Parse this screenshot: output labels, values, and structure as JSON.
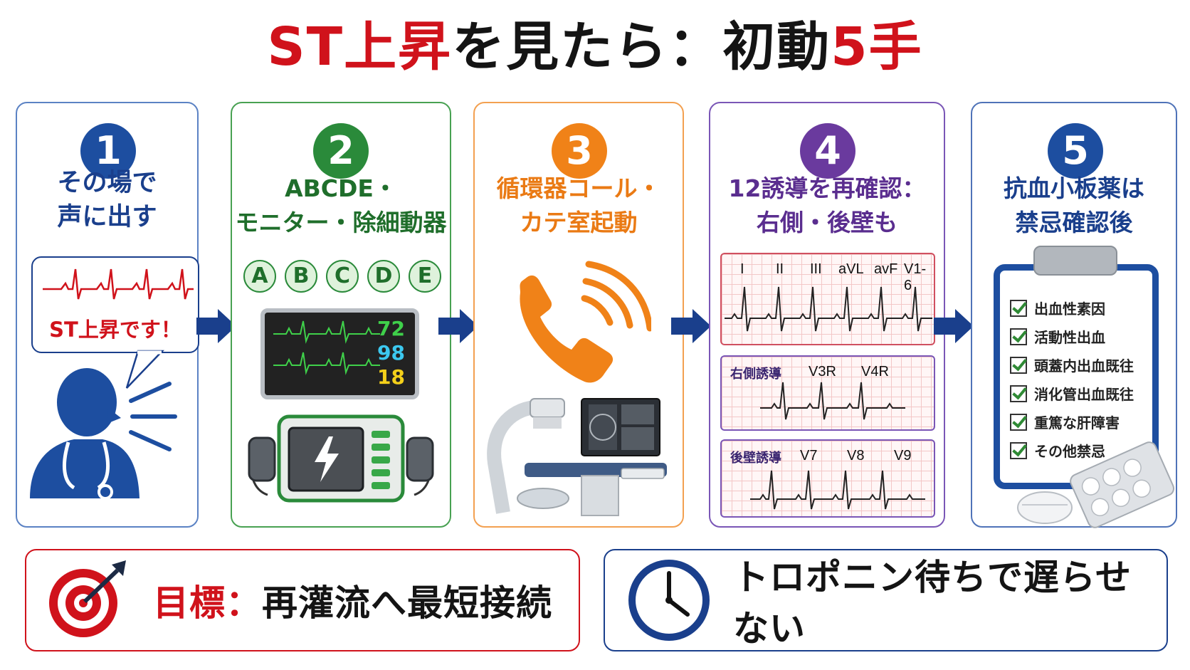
{
  "title": {
    "part1": "ST上昇",
    "part2": "を見たら：初動",
    "part3": "5手"
  },
  "colors": {
    "red": "#d0121b",
    "blue": "#1a3f8c",
    "green": "#2a8a3a",
    "orange": "#f08218",
    "purple": "#6a3a9e",
    "navy": "#1d4ea0"
  },
  "steps": [
    {
      "number": "1",
      "line1": "その場で",
      "line2": "声に出す",
      "bubble": "ST上昇です！"
    },
    {
      "number": "2",
      "line1": "ABCDE・",
      "line2": "モニター・除細動器",
      "letters": [
        "A",
        "B",
        "C",
        "D",
        "E"
      ],
      "vitals": [
        "72",
        "98",
        "18"
      ]
    },
    {
      "number": "3",
      "line1": "循環器コール・",
      "line2": "カテ室起動"
    },
    {
      "number": "4",
      "line1": "12誘導を再確認：",
      "line2": "右側・後壁も",
      "leads_main": [
        "I",
        "II",
        "III",
        "aVL",
        "avF",
        "V1-6"
      ],
      "right_label": "右側誘導",
      "leads_right": [
        "V3R",
        "V4R"
      ],
      "post_label": "後壁誘導",
      "leads_post": [
        "V7",
        "V8",
        "V9"
      ]
    },
    {
      "number": "5",
      "line1": "抗血小板薬は",
      "line2": "禁忌確認後",
      "checklist": [
        "出血性素因",
        "活動性出血",
        "頭蓋内出血既往",
        "消化管出血既往",
        "重篤な肝障害",
        "その他禁忌"
      ]
    }
  ],
  "goal": {
    "label": "目標：",
    "text": "再灌流へ最短接続"
  },
  "warning": {
    "text": "トロポニン待ちで遅らせない"
  },
  "icons": [
    "speech-bubble-icon",
    "doctor-icon",
    "monitor-icon",
    "defibrillator-icon",
    "phone-icon",
    "cath-lab-icon",
    "ecg-icon",
    "clipboard-icon",
    "pill-icon",
    "target-icon",
    "clock-icon",
    "arrow-right-icon"
  ]
}
